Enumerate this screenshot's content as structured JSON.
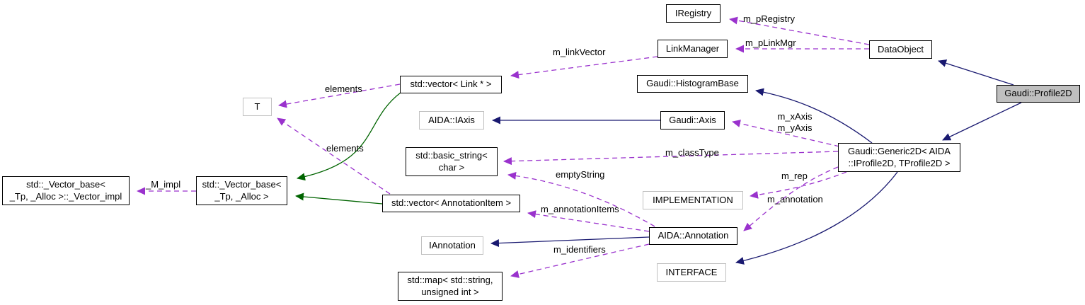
{
  "diagram_type": "doxygen-collaboration-graph",
  "colors": {
    "usage_edge": "#9a32cd",
    "inheritance_edge": "#191970",
    "protected_inheritance_edge": "#006400",
    "selected_node_fill": "#bfbfbf",
    "documented_node_border": "#000000",
    "undocumented_node_border": "#c0c0c0",
    "background": "#ffffff"
  },
  "nodes": {
    "iregistry": {
      "label": "IRegistry"
    },
    "linkmanager": {
      "label": "LinkManager"
    },
    "dataobject": {
      "label": "DataObject"
    },
    "profile2d": {
      "label": "Gaudi::Profile2D"
    },
    "vector_link": {
      "label": "std::vector< Link * >"
    },
    "histogrambase": {
      "label": "Gaudi::HistogramBase"
    },
    "iaxis": {
      "label": "AIDA::IAxis"
    },
    "axis": {
      "label": "Gaudi::Axis"
    },
    "t": {
      "label": "T"
    },
    "basic_string": {
      "label": "std::basic_string<\nchar >"
    },
    "generic2d": {
      "label": "Gaudi::Generic2D< AIDA\n::IProfile2D, TProfile2D >"
    },
    "vector_impl": {
      "label": "std::_Vector_base<\n_Tp, _Alloc >::_Vector_impl"
    },
    "vector_base": {
      "label": "std::_Vector_base<\n_Tp, _Alloc >"
    },
    "vector_annotation": {
      "label": "std::vector< AnnotationItem >"
    },
    "implementation": {
      "label": "IMPLEMENTATION"
    },
    "iannotation": {
      "label": "IAnnotation"
    },
    "annotation": {
      "label": "AIDA::Annotation"
    },
    "interface": {
      "label": "INTERFACE"
    },
    "std_map": {
      "label": "std::map< std::string,\nunsigned int >"
    }
  },
  "edge_labels": {
    "m_pregistry": "m_pRegistry",
    "m_plinkmgr": "m_pLinkMgr",
    "m_linkvector": "m_linkVector",
    "elements_link": "elements",
    "elements_annotation": "elements",
    "m_axes": "m_xAxis\nm_yAxis",
    "m_classtype": "m_classType",
    "emptystring": "emptyString",
    "m_rep": "m_rep",
    "m_annotation": "m_annotation",
    "m_annotationitems": "m_annotationItems",
    "m_identifiers": "m_identifiers",
    "m_impl": "_M_impl"
  }
}
